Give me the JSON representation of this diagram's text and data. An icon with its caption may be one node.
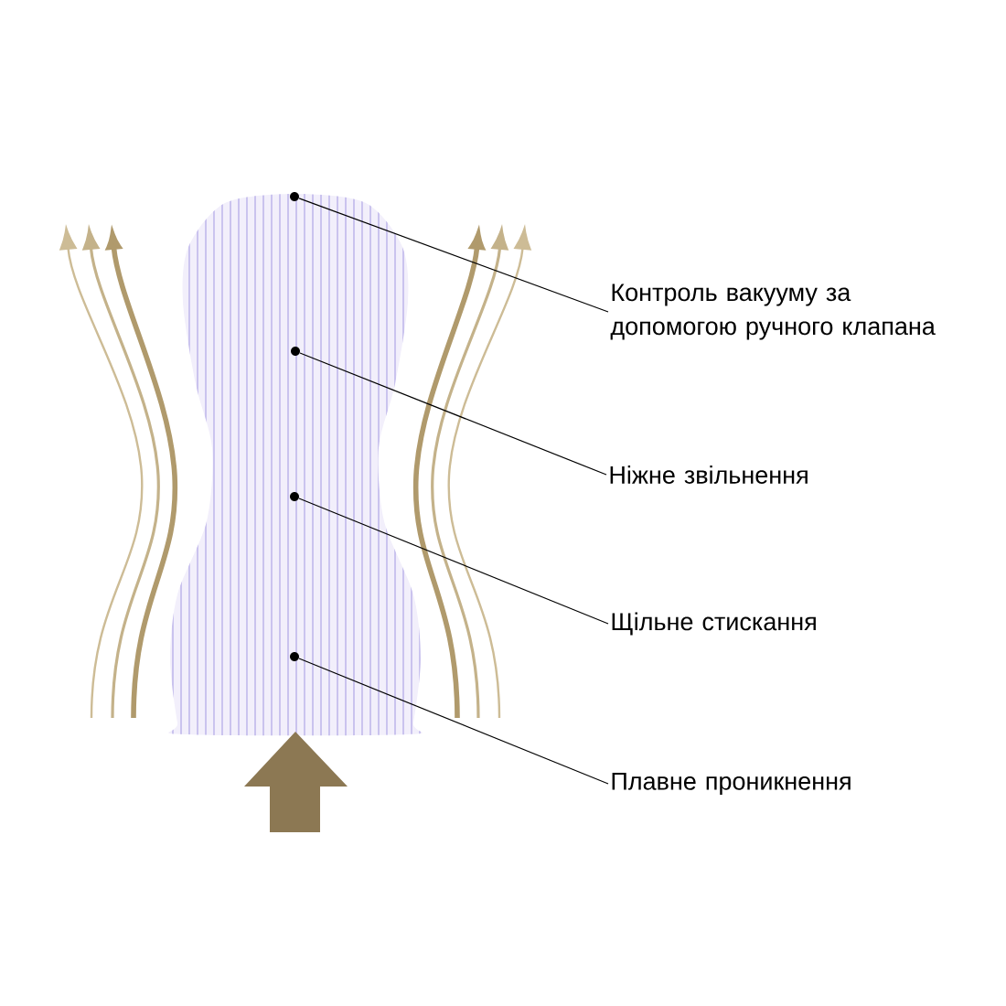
{
  "diagram": {
    "nodes": [
      {
        "text": [
          "Контроль вакууму за допомогою ручного клапана"
        ]
      },
      {
        "text": [
          "Ніжне звільнення"
        ]
      },
      {
        "text": [
          "Щільне стискання"
        ]
      },
      {
        "text": [
          "Плавне проникнення"
        ]
      },
      {
        "text": [],
        "shape": "circle"
      },
      {
        "text": [],
        "shape": "circle"
      },
      {
        "text": [],
        "shape": "circle"
      },
      {
        "text": [],
        "shape": "circle"
      }
    ],
    "edges": [
      {
        "from": 0,
        "to": 4,
        "arrow": "none"
      },
      {
        "from": 1,
        "to": 5,
        "arrow": "none"
      },
      {
        "from": 2,
        "to": 6,
        "arrow": "none"
      },
      {
        "from": 3,
        "to": 7,
        "arrow": "none"
      }
    ]
  }
}
